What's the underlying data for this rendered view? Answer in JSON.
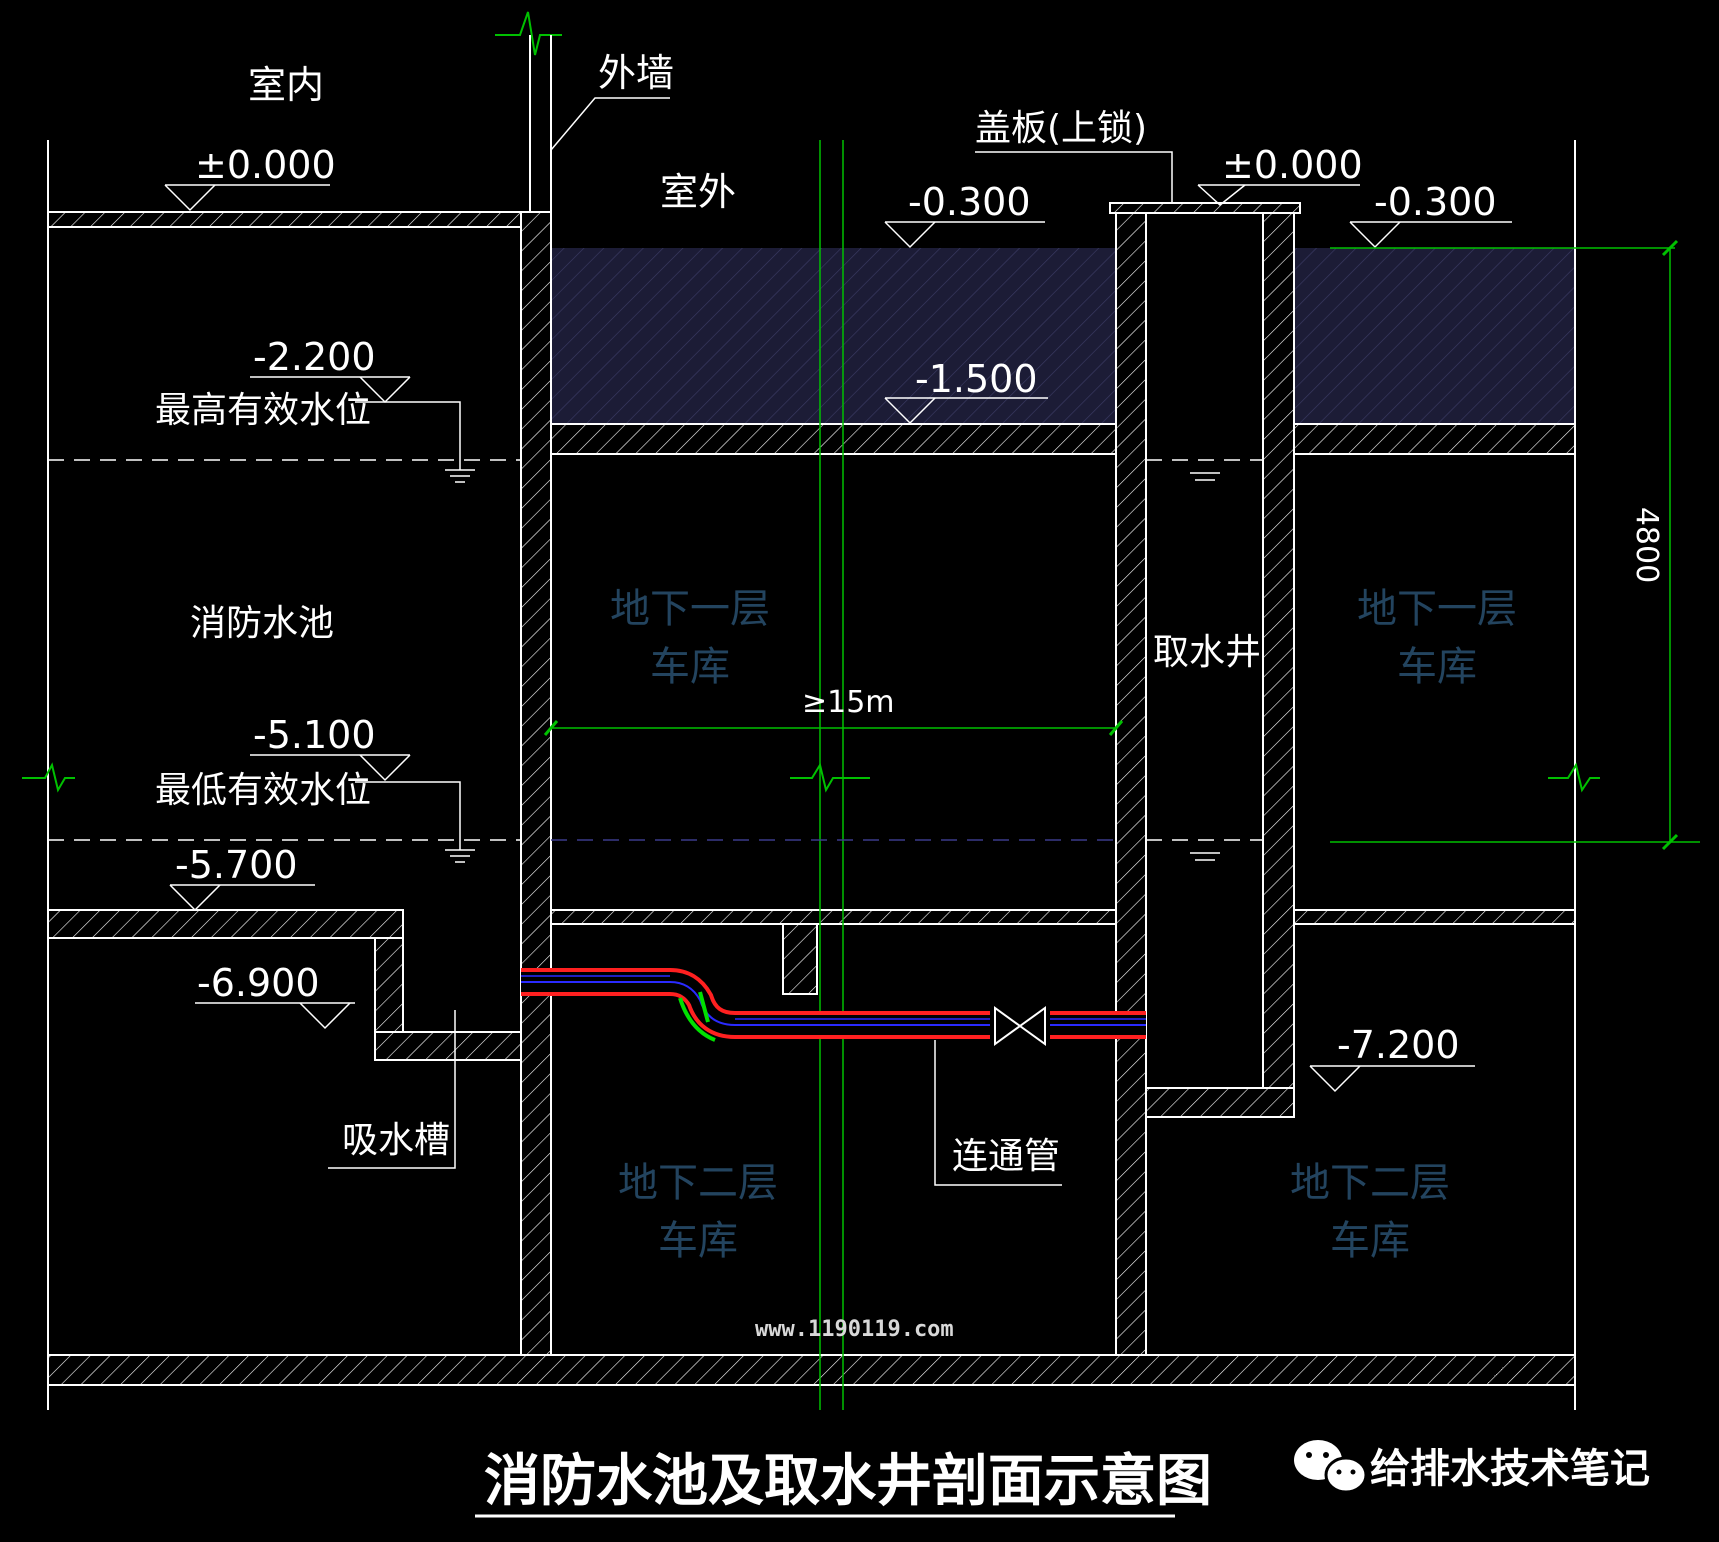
{
  "labels": {
    "indoor": "室内",
    "outdoor": "室外",
    "outer_wall": "外墙",
    "cover": "盖板(上锁)",
    "fire_pool": "消防水池",
    "max_level": "最高有效水位",
    "min_level": "最低有效水位",
    "suction_trough": "吸水槽",
    "well": "取水井",
    "connect_pipe": "连通管",
    "distance": "≥15m",
    "height_dim": "4800"
  },
  "elevations": {
    "indoor_zero": "±0.000",
    "well_zero": "±0.000",
    "ground_left": "-0.300",
    "ground_right": "-0.300",
    "soil": "-1.500",
    "max_level": "-2.200",
    "min_level": "-5.100",
    "pool_bottom": "-5.700",
    "trough_bottom": "-6.900",
    "well_bottom": "-7.200"
  },
  "rooms": {
    "b1_left_1": "地下一层",
    "b1_left_2": "车库",
    "b1_right_1": "地下一层",
    "b1_right_2": "车库",
    "b2_left_1": "地下二层",
    "b2_left_2": "车库",
    "b2_right_1": "地下二层",
    "b2_right_2": "车库"
  },
  "watermark": "www.1190119.com",
  "title": "消防水池及取水井剖面示意图",
  "logo_text": "给排水技术笔记",
  "colors": {
    "background": "#000000",
    "lines": "#ffffff",
    "axis": "#00c000",
    "pipe": "#ff2020",
    "pipe_core": "#2a2aff",
    "room_text": "#23445f",
    "soil_fill": "#1c1c36"
  }
}
